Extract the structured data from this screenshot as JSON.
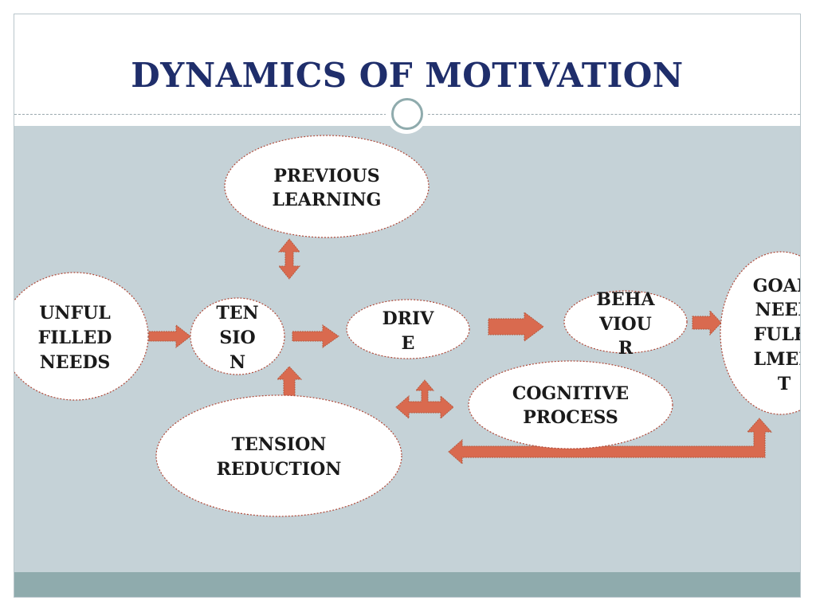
{
  "title": "DYNAMICS OF MOTIVATION",
  "nodes": {
    "previous_learning": [
      "PREVIOUS",
      "LEARNING"
    ],
    "unfulfilled_needs": [
      "UNFUL",
      "FILLED",
      "NEEDS"
    ],
    "tension": [
      "TEN",
      "SIO",
      "N"
    ],
    "drive": [
      "DRIV",
      "E"
    ],
    "behaviour": [
      "BEHA",
      "VIOU",
      "R"
    ],
    "goal": [
      "GOAL/",
      "NEED",
      "FULFI",
      "LMEN",
      "T"
    ],
    "cognitive_process": [
      "COGNITIVE",
      "PROCESS"
    ],
    "tension_reduction": [
      "TENSION",
      "REDUCTION"
    ]
  },
  "colors": {
    "title": "#1f2e6b",
    "arrow": "#d96a4f",
    "background": "#c5d2d7",
    "bottom_bar": "#8fabad",
    "node_border": "#b04a3a"
  }
}
